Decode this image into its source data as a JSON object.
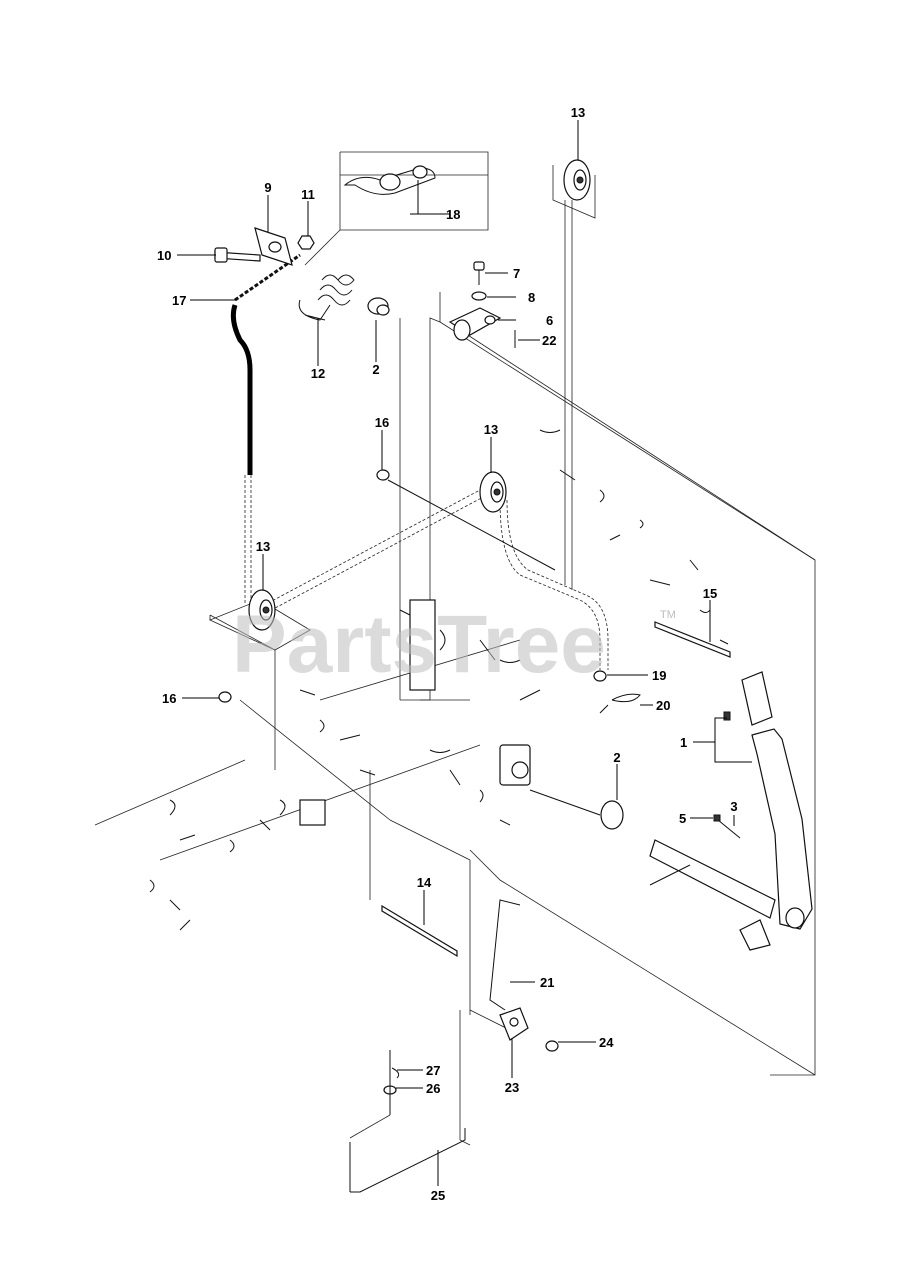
{
  "watermark": {
    "text": "PartsTree",
    "tm": "TM"
  },
  "callouts": [
    {
      "id": "c13a",
      "label": "13"
    },
    {
      "id": "c18",
      "label": "18"
    },
    {
      "id": "c9",
      "label": "9"
    },
    {
      "id": "c11",
      "label": "11"
    },
    {
      "id": "c10",
      "label": "10"
    },
    {
      "id": "c17",
      "label": "17"
    },
    {
      "id": "c12",
      "label": "12"
    },
    {
      "id": "c2a",
      "label": "2"
    },
    {
      "id": "c7",
      "label": "7"
    },
    {
      "id": "c8",
      "label": "8"
    },
    {
      "id": "c6",
      "label": "6"
    },
    {
      "id": "c22",
      "label": "22"
    },
    {
      "id": "c16a",
      "label": "16"
    },
    {
      "id": "c13b",
      "label": "13"
    },
    {
      "id": "c13c",
      "label": "13"
    },
    {
      "id": "c15",
      "label": "15"
    },
    {
      "id": "c19",
      "label": "19"
    },
    {
      "id": "c16b",
      "label": "16"
    },
    {
      "id": "c20",
      "label": "20"
    },
    {
      "id": "c1",
      "label": "1"
    },
    {
      "id": "c2b",
      "label": "2"
    },
    {
      "id": "c5",
      "label": "5"
    },
    {
      "id": "c3",
      "label": "3"
    },
    {
      "id": "c14",
      "label": "14"
    },
    {
      "id": "c21",
      "label": "21"
    },
    {
      "id": "c24",
      "label": "24"
    },
    {
      "id": "c27",
      "label": "27"
    },
    {
      "id": "c26",
      "label": "26"
    },
    {
      "id": "c23",
      "label": "23"
    },
    {
      "id": "c25",
      "label": "25"
    }
  ]
}
